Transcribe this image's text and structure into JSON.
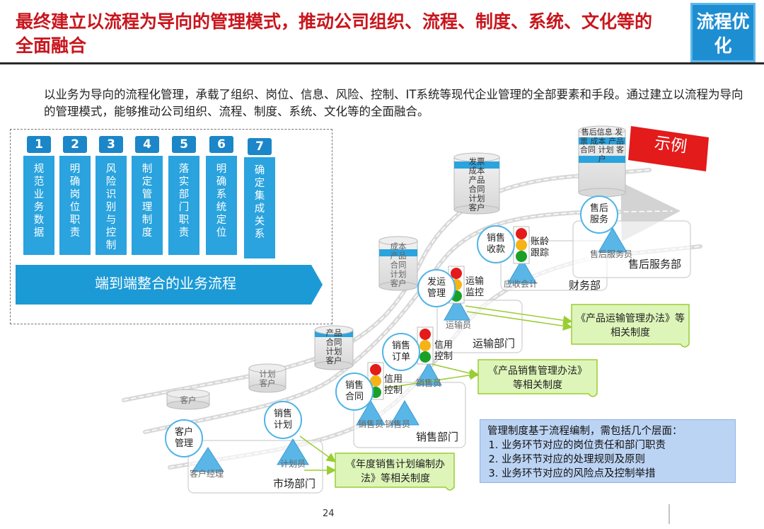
{
  "header": {
    "title": "最终建立以流程为导向的管理模式，推动公司组织、流程、制度、系统、文化等的全面融合",
    "badge": "流程优化"
  },
  "intro": "以业务为导向的流程化管理，承载了组织、岗位、信息、风险、控制、IT系统等现代企业管理的全部要素和手段。通过建立以流程为导向的管理模式，能够推动公司组织、流程、制度、系统、文化等的全面融合。",
  "elements_panel": {
    "items": [
      {
        "num": "1",
        "text": "规范业务数据"
      },
      {
        "num": "2",
        "text": "明确岗位职责"
      },
      {
        "num": "3",
        "text": "风险识别与控制"
      },
      {
        "num": "4",
        "text": "制定管理制度"
      },
      {
        "num": "5",
        "text": "落实部门职责"
      },
      {
        "num": "6",
        "text": "明确系统定位"
      },
      {
        "num": "7",
        "text": "确定集成关系"
      }
    ],
    "flow_bar": "端到端整合的业务流程"
  },
  "sample_tag": "示例",
  "databases": {
    "db1": "客户",
    "db2": "计划 客户",
    "db3": "产品 合同 计划 客户",
    "db4": "成本 产品 合同 计划 客户",
    "db5": "发票 成本 产品 合同 计划 客户",
    "db6": "售后信息 发票 成本 产品 合同 计划 客户"
  },
  "activities": {
    "customer_mgmt": "客户管理",
    "sales_plan": "销售计划",
    "sales_contract": "销售合同",
    "sales_order": "销售订单",
    "shipping_mgmt": "发运管理",
    "sales_collection": "销售收款",
    "after_sales": "售后服务"
  },
  "controls": {
    "credit_control_1": "信用控制",
    "credit_control_2": "信用控制",
    "transport_monitor": "运输监控",
    "aging_tracking": "账龄跟踪"
  },
  "roles": {
    "account_manager": "客户经理",
    "planner": "计划员",
    "salesperson_1": "销售员",
    "salesperson_2": "销售员",
    "salesperson_3": "销售员",
    "transporter": "运输员",
    "receivable_accountant": "应收会计",
    "after_sales_staff": "售后服务员"
  },
  "departments": {
    "marketing": "市场部门",
    "sales": "销售部门",
    "transport": "运输部门",
    "finance": "财务部",
    "after_sales": "售后服务部"
  },
  "regulations": {
    "annual_plan": "《年度销售计划编制办法》等相关制度",
    "sales_mgmt": "《产品销售管理办法》等相关制度",
    "transport_mgmt": "《产品运输管理办法》等相关制度"
  },
  "note": {
    "heading": "管理制度基于流程编制，需包括几个层面：",
    "items": [
      "业务环节对应的岗位责任和部门职责",
      "业务环节对应的处理规则及原则",
      "业务环节对应的风险点及控制举措"
    ]
  },
  "page_number": "24",
  "colors": {
    "title_red": "#c8161d",
    "badge_blue": "#1e8ed3",
    "column_blue": "#2aa3de",
    "regulation_green": "#ddf5b8",
    "note_blue": "#bcd4f4"
  }
}
